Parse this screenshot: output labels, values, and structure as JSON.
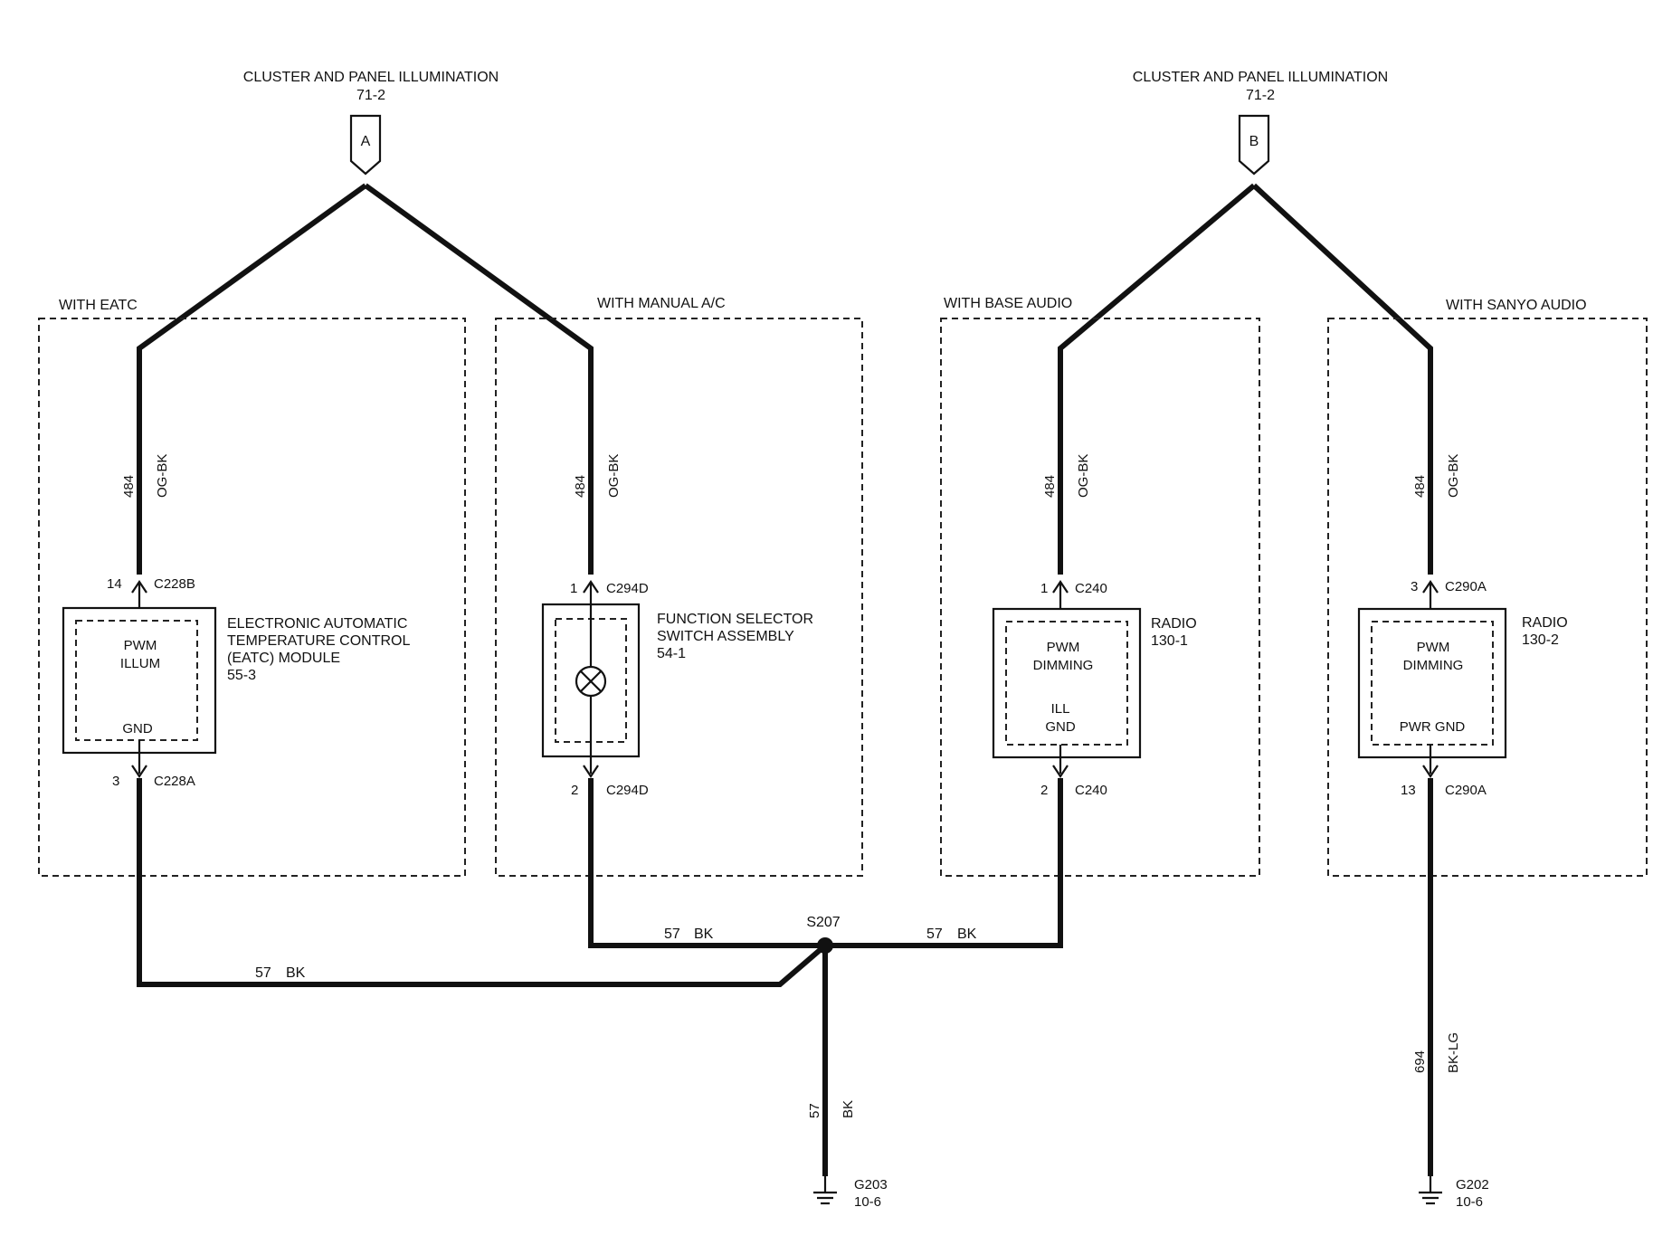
{
  "sources": {
    "A": {
      "title": "CLUSTER AND PANEL ILLUMINATION",
      "page": "71-2",
      "letter": "A"
    },
    "B": {
      "title": "CLUSTER AND PANEL ILLUMINATION",
      "page": "71-2",
      "letter": "B"
    }
  },
  "groups": {
    "eatc": "WITH EATC",
    "manual_ac": "WITH MANUAL A/C",
    "base_audio": "WITH BASE AUDIO",
    "sanyo_audio": "WITH SANYO AUDIO"
  },
  "wires": {
    "w484": {
      "circuit": "484",
      "color": "OG-BK"
    },
    "w57": {
      "circuit": "57",
      "color": "BK"
    },
    "w694": {
      "circuit": "694",
      "color": "BK-LG"
    }
  },
  "components": {
    "eatc": {
      "name_line1": "ELECTRONIC AUTOMATIC",
      "name_line2": "TEMPERATURE CONTROL",
      "name_line3": "(EATC) MODULE",
      "page": "55-3",
      "inner_line1": "PWM",
      "inner_line2": "ILLUM",
      "gnd": "GND",
      "top_pin": "14",
      "top_conn": "C228B",
      "bot_pin": "3",
      "bot_conn": "C228A"
    },
    "switch": {
      "name_line1": "FUNCTION SELECTOR",
      "name_line2": "SWITCH ASSEMBLY",
      "page": "54-1",
      "top_pin": "1",
      "top_conn": "C294D",
      "bot_pin": "2",
      "bot_conn": "C294D"
    },
    "radio1": {
      "name": "RADIO",
      "page": "130-1",
      "inner_line1": "PWM",
      "inner_line2": "DIMMING",
      "gnd_line1": "ILL",
      "gnd_line2": "GND",
      "top_pin": "1",
      "top_conn": "C240",
      "bot_pin": "2",
      "bot_conn": "C240"
    },
    "radio2": {
      "name": "RADIO",
      "page": "130-2",
      "inner_line1": "PWM",
      "inner_line2": "DIMMING",
      "gnd": "PWR GND",
      "top_pin": "3",
      "top_conn": "C290A",
      "bot_pin": "13",
      "bot_conn": "C290A"
    }
  },
  "splice": "S207",
  "grounds": {
    "g203": {
      "id": "G203",
      "page": "10-6"
    },
    "g202": {
      "id": "G202",
      "page": "10-6"
    }
  }
}
